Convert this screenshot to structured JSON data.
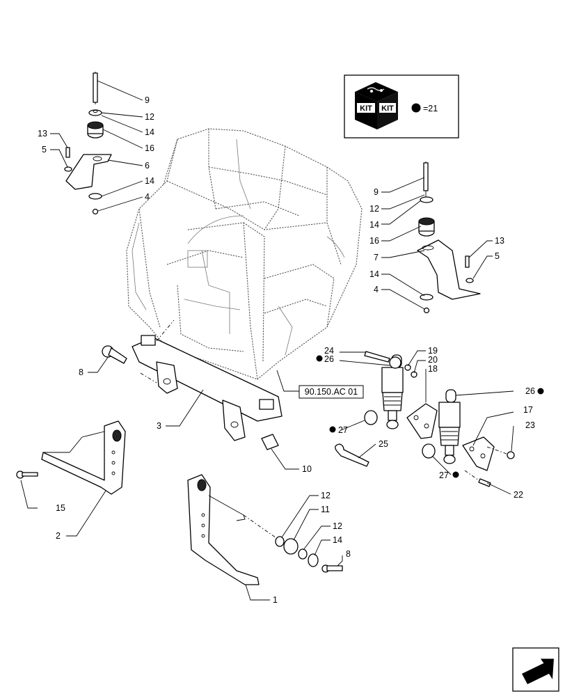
{
  "kit": {
    "box_text_left": "KIT",
    "box_text_right": "KIT",
    "legend": "=21"
  },
  "reference_label": "90.150.AC 01",
  "callouts": [
    {
      "id": "c-9a",
      "text": "9"
    },
    {
      "id": "c-12a",
      "text": "12"
    },
    {
      "id": "c-14a",
      "text": "14"
    },
    {
      "id": "c-16a",
      "text": "16"
    },
    {
      "id": "c-13a",
      "text": "13"
    },
    {
      "id": "c-5a",
      "text": "5"
    },
    {
      "id": "c-6",
      "text": "6"
    },
    {
      "id": "c-14b",
      "text": "14"
    },
    {
      "id": "c-4a",
      "text": "4"
    },
    {
      "id": "c-9b",
      "text": "9"
    },
    {
      "id": "c-12b",
      "text": "12"
    },
    {
      "id": "c-14c",
      "text": "14"
    },
    {
      "id": "c-16b",
      "text": "16"
    },
    {
      "id": "c-13b",
      "text": "13"
    },
    {
      "id": "c-7",
      "text": "7"
    },
    {
      "id": "c-5b",
      "text": "5"
    },
    {
      "id": "c-14d",
      "text": "14"
    },
    {
      "id": "c-4b",
      "text": "4"
    },
    {
      "id": "c-24",
      "text": "24"
    },
    {
      "id": "c-26a",
      "text": "26"
    },
    {
      "id": "c-19",
      "text": "19"
    },
    {
      "id": "c-20",
      "text": "20"
    },
    {
      "id": "c-18",
      "text": "18"
    },
    {
      "id": "c-26b",
      "text": "26"
    },
    {
      "id": "c-17",
      "text": "17"
    },
    {
      "id": "c-23",
      "text": "23"
    },
    {
      "id": "c-27a",
      "text": "27"
    },
    {
      "id": "c-25",
      "text": "25"
    },
    {
      "id": "c-27b",
      "text": "27"
    },
    {
      "id": "c-22",
      "text": "22"
    },
    {
      "id": "c-8a",
      "text": "8"
    },
    {
      "id": "c-3",
      "text": "3"
    },
    {
      "id": "c-10",
      "text": "10"
    },
    {
      "id": "c-15",
      "text": "15"
    },
    {
      "id": "c-2",
      "text": "2"
    },
    {
      "id": "c-12c",
      "text": "12"
    },
    {
      "id": "c-11",
      "text": "11"
    },
    {
      "id": "c-12d",
      "text": "12"
    },
    {
      "id": "c-14e",
      "text": "14"
    },
    {
      "id": "c-8b",
      "text": "8"
    },
    {
      "id": "c-1",
      "text": "1"
    }
  ],
  "icons": {
    "kit": "kit-box-icon",
    "dot": "kit-dot-icon",
    "nav": "next-page-arrow-icon"
  }
}
